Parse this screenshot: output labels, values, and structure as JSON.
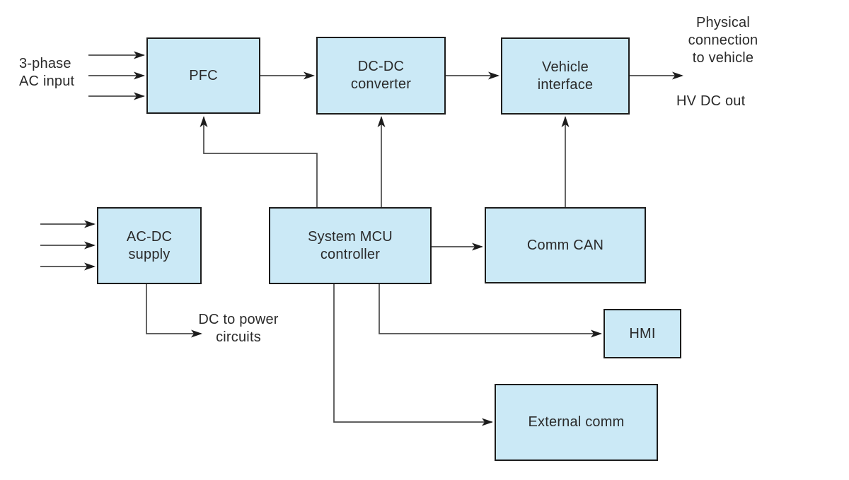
{
  "diagram": {
    "description": "Block diagram of a DC fast-charger power system",
    "colors": {
      "background": "#ffffff",
      "block_fill": "#cbe9f6",
      "block_border": "#1c1c1c",
      "wire": "#4a4a4a",
      "arrowhead": "#1c1c1c",
      "text": "#2a2a2a"
    },
    "blocks": [
      {
        "id": "pfc",
        "label": "PFC"
      },
      {
        "id": "dc-dc-converter",
        "label": "DC-DC\nconverter"
      },
      {
        "id": "vehicle-interface",
        "label": "Vehicle\ninterface"
      },
      {
        "id": "ac-dc-supply",
        "label": "AC-DC\nsupply"
      },
      {
        "id": "system-mcu-controller",
        "label": "System MCU\ncontroller"
      },
      {
        "id": "comm-can",
        "label": "Comm CAN"
      },
      {
        "id": "hmi",
        "label": "HMI"
      },
      {
        "id": "external-comm",
        "label": "External comm"
      }
    ],
    "annotations": [
      {
        "id": "ac-input-label",
        "text": "3-phase\nAC input"
      },
      {
        "id": "physical-connection-label",
        "text": "Physical\nconnection\nto vehicle"
      },
      {
        "id": "hv-dc-out-label",
        "text": "HV DC out"
      },
      {
        "id": "dc-to-power-label",
        "text": "DC to power\ncircuits"
      }
    ],
    "edges": [
      {
        "from": "3-phase AC input",
        "to": "PFC",
        "lines": 3
      },
      {
        "from": "PFC",
        "to": "DC-DC converter",
        "lines": 1
      },
      {
        "from": "DC-DC converter",
        "to": "Vehicle interface",
        "lines": 1
      },
      {
        "from": "Vehicle interface",
        "to": "Physical connection to vehicle (HV DC out)",
        "lines": 1
      },
      {
        "from": "System MCU controller",
        "to": "PFC",
        "lines": 1
      },
      {
        "from": "System MCU controller",
        "to": "DC-DC converter",
        "lines": 1
      },
      {
        "from": "Comm CAN",
        "to": "Vehicle interface",
        "lines": 1
      },
      {
        "from": "System MCU controller",
        "to": "Comm CAN",
        "lines": 1
      },
      {
        "from": "AC input",
        "to": "AC-DC supply",
        "lines": 3
      },
      {
        "from": "AC-DC supply",
        "to": "DC to power circuits",
        "lines": 1
      },
      {
        "from": "System MCU controller",
        "to": "HMI",
        "lines": 1
      },
      {
        "from": "System MCU controller",
        "to": "External comm",
        "lines": 1
      }
    ]
  }
}
